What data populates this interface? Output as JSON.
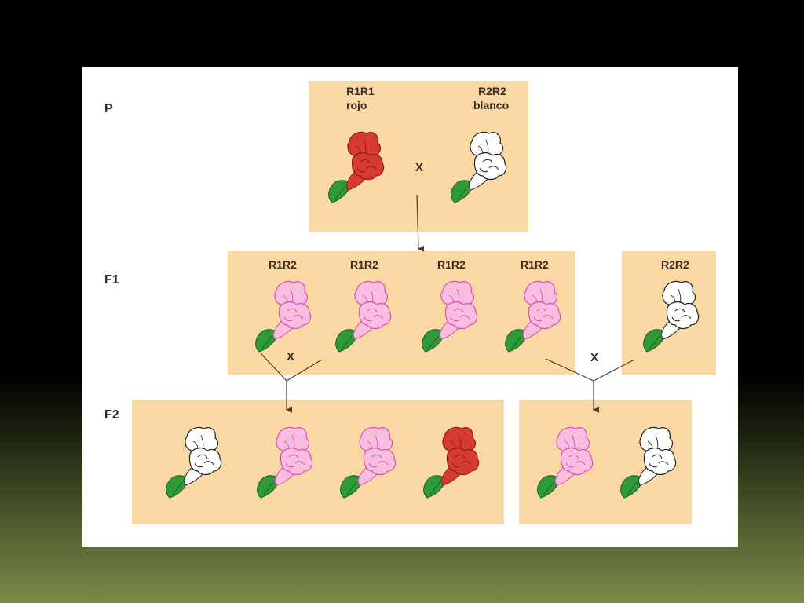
{
  "generations": {
    "p": "P",
    "f1": "F1",
    "f2": "F2"
  },
  "parents": {
    "red": {
      "genotype": "R1R1",
      "phenotype": "rojo"
    },
    "white": {
      "genotype": "R2R2",
      "phenotype": "blanco"
    },
    "cross_symbol": "X"
  },
  "f1": {
    "genotypes": [
      "R1R2",
      "R1R2",
      "R1R2",
      "R1R2"
    ],
    "backcross_parent": "R2R2",
    "cross_symbols": [
      "X",
      "X"
    ]
  },
  "f2": {
    "left_panel_colors": [
      "white",
      "pink",
      "pink",
      "red"
    ],
    "right_panel_colors": [
      "pink",
      "white"
    ]
  },
  "colors": {
    "panel": "#fad8a3",
    "red": "#d63a32",
    "pink": "#f9bedf",
    "white": "#ffffff",
    "stem": "#2e9a3a",
    "arrow": "#4a3a2a"
  }
}
